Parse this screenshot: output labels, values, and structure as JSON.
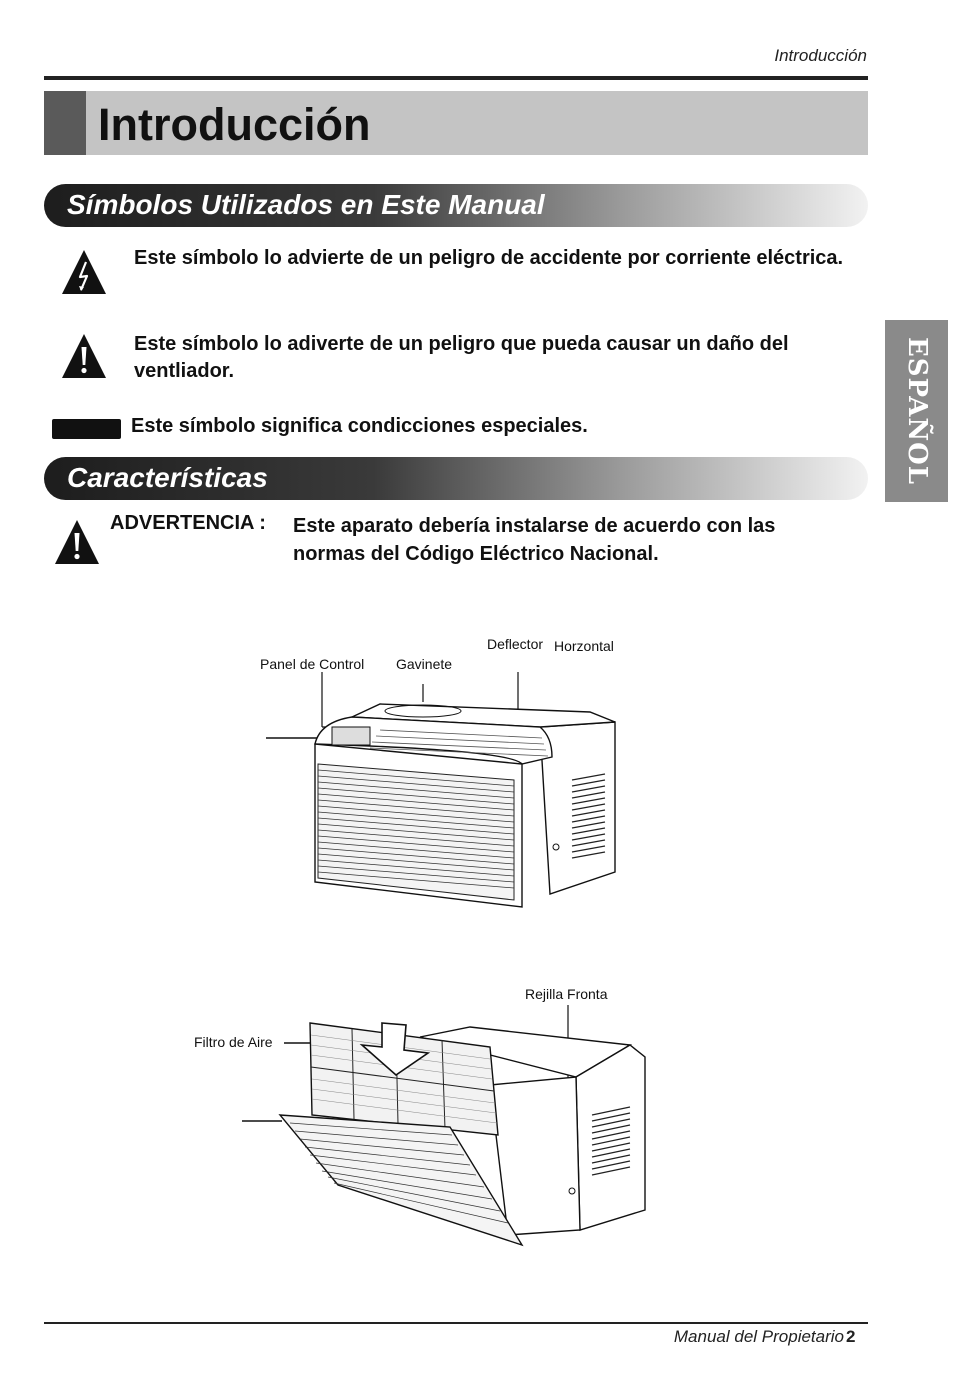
{
  "header": {
    "running_head": "Introducción"
  },
  "title": "Introducción",
  "sections": {
    "symbols": {
      "heading": "Símbolos Utilizados en Este Manual",
      "items": [
        {
          "icon": "electric-hazard-icon",
          "text": "Este símbolo lo advierte de un peligro de accidente por corriente eléctrica."
        },
        {
          "icon": "warning-exclamation-icon",
          "text": "Este símbolo lo adiverte de un peligro que pueda causar un daño del ventliador."
        },
        {
          "icon": "special-conditions-bar-icon",
          "text": "Este símbolo significa condicciones especiales."
        }
      ]
    },
    "features": {
      "heading": "Características",
      "warning_label": "ADVERTENCIA :",
      "warning_text": "Este aparato debería instalarse de acuerdo con las normas del Código Eléctrico Nacional."
    }
  },
  "side_tab": "ESPAÑOL",
  "diagram_top": {
    "labels": {
      "control_panel": "Panel de Control",
      "cabinet": "Gavinete",
      "deflector": "Deflector",
      "horizontal": "Horzontal"
    }
  },
  "diagram_bottom": {
    "labels": {
      "front_grille": "Rejilla Fronta",
      "air_filter": "Filtro de Aire"
    }
  },
  "footer": {
    "manual": "Manual del Propietario",
    "page": "2"
  }
}
